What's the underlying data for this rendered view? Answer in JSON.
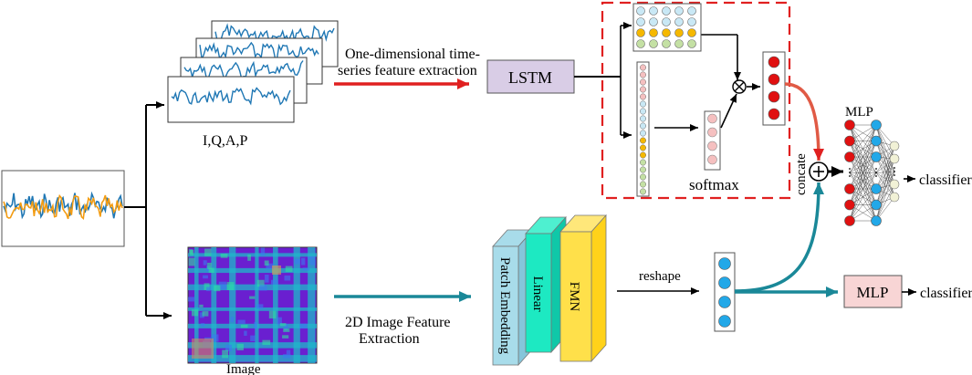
{
  "labels": {
    "iqap": "I,Q,A,P",
    "one_dim_line1": "One-dimensional time-",
    "one_dim_line2": "series feature extraction",
    "lstm": "LSTM",
    "softmax": "softmax",
    "mlp_top": "MLP",
    "concate": "concate",
    "classifier_top": "classifier",
    "image": "Image",
    "twod_line1": "2D Image Feature",
    "twod_line2": "Extraction",
    "patch_embedding": "Patch Embedding",
    "linear": "Linear",
    "fmn": "FMN",
    "reshape": "reshape",
    "mlp_bottom": "MLP",
    "classifier_bottom": "classifier"
  },
  "colors": {
    "lstm_box": "#d9cde6",
    "mlp_box": "#f8d5d5",
    "attention_frame": "#e02020",
    "red_arrow": "#e02020",
    "teal_arrow": "#1a8898",
    "series_blue": "#1f77b4",
    "series_orange": "#f39c12",
    "patch_layer": "#a8dcea",
    "linear_layer": "#1de9c2",
    "fmn_layer": "#ffd21a",
    "node_red": "#e01010",
    "node_blue": "#22a8e8",
    "node_cream": "#f1f1d6",
    "node_yellow": "#f5b800",
    "node_green": "#c4e0a4",
    "node_pink": "#f5c0c0",
    "node_lightblue": "#c9e8f5"
  }
}
